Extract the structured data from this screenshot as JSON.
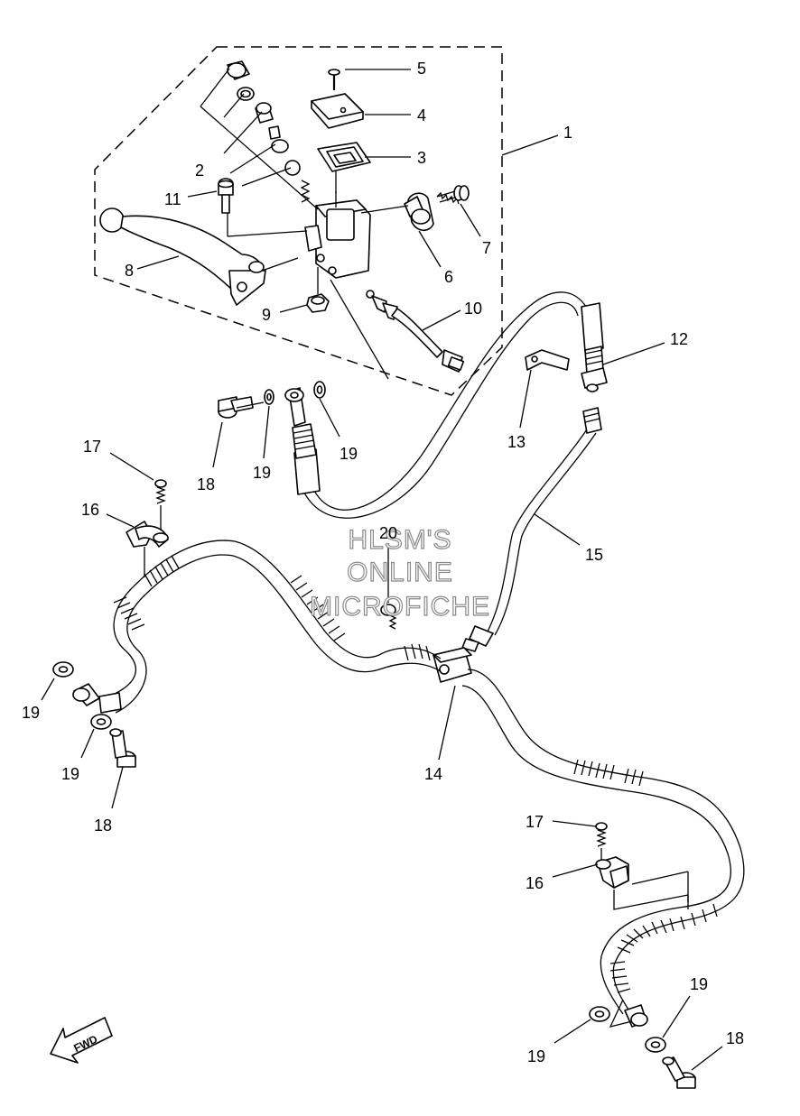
{
  "callouts": [
    {
      "id": "c1",
      "text": "1"
    },
    {
      "id": "c2",
      "text": "2"
    },
    {
      "id": "c3",
      "text": "3"
    },
    {
      "id": "c4",
      "text": "4"
    },
    {
      "id": "c5",
      "text": "5"
    },
    {
      "id": "c6",
      "text": "6"
    },
    {
      "id": "c7",
      "text": "7"
    },
    {
      "id": "c8",
      "text": "8"
    },
    {
      "id": "c9",
      "text": "9"
    },
    {
      "id": "c10",
      "text": "10"
    },
    {
      "id": "c11",
      "text": "11"
    },
    {
      "id": "c12",
      "text": "12"
    },
    {
      "id": "c13",
      "text": "13"
    },
    {
      "id": "c14",
      "text": "14"
    },
    {
      "id": "c15",
      "text": "15"
    },
    {
      "id": "c16a",
      "text": "16"
    },
    {
      "id": "c16b",
      "text": "16"
    },
    {
      "id": "c17a",
      "text": "17"
    },
    {
      "id": "c17b",
      "text": "17"
    },
    {
      "id": "c18a",
      "text": "18"
    },
    {
      "id": "c18b",
      "text": "18"
    },
    {
      "id": "c18c",
      "text": "18"
    },
    {
      "id": "c19a",
      "text": "19"
    },
    {
      "id": "c19b",
      "text": "19"
    },
    {
      "id": "c19c",
      "text": "19"
    },
    {
      "id": "c19d",
      "text": "19"
    },
    {
      "id": "c19e",
      "text": "19"
    },
    {
      "id": "c19f",
      "text": "19"
    },
    {
      "id": "c20",
      "text": "20"
    }
  ],
  "watermark": {
    "line1": "HLSM'S",
    "line2": "ONLINE",
    "line3": "MICROFICHE"
  },
  "direction_badge": "FWD"
}
